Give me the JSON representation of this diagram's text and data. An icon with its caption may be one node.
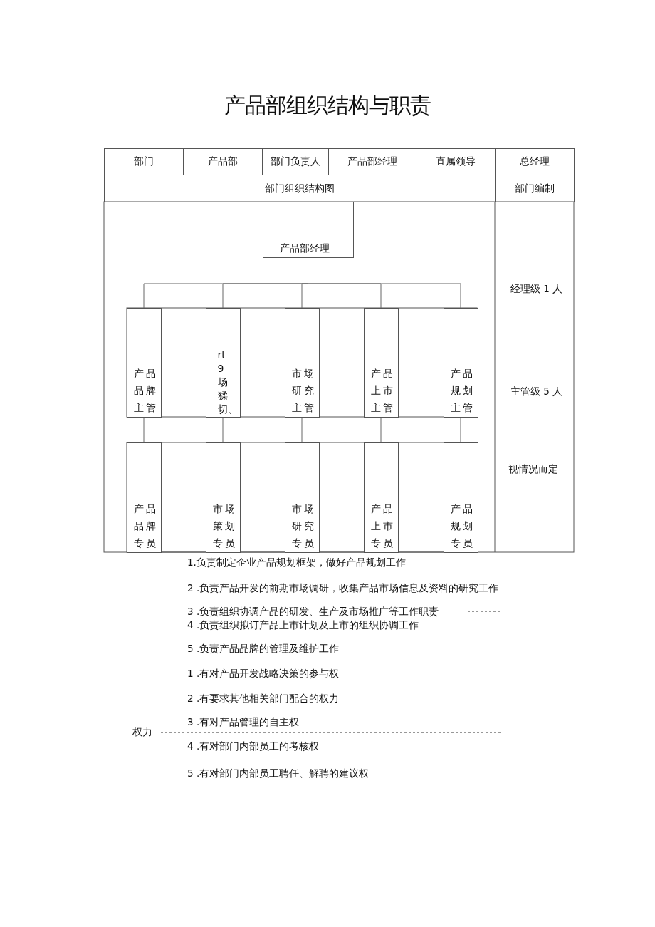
{
  "diagram": {
    "title": "产品部组织结构与职责",
    "nodes": [
      {
        "text": [
          "产品部经理"
        ]
      },
      {
        "text": [
          "产品品牌主管"
        ]
      },
      {
        "text": [
          "rt9场猱切、"
        ]
      },
      {
        "text": [
          "市场研究主管"
        ]
      },
      {
        "text": [
          "产品上市主管"
        ]
      },
      {
        "text": [
          "产品规划主管"
        ]
      },
      {
        "text": [
          "产品品牌专员"
        ]
      },
      {
        "text": [
          "市场策划专员"
        ]
      },
      {
        "text": [
          "市场研究专员"
        ]
      },
      {
        "text": [
          "产品上市专员"
        ]
      },
      {
        "text": [
          "产品规划专员"
        ]
      }
    ],
    "edges": [
      {
        "from": 0,
        "to": 1,
        "arrow": "none"
      },
      {
        "from": 0,
        "to": 2,
        "arrow": "none"
      },
      {
        "from": 0,
        "to": 3,
        "arrow": "none"
      },
      {
        "from": 0,
        "to": 4,
        "arrow": "none"
      },
      {
        "from": 0,
        "to": 5,
        "arrow": "none"
      },
      {
        "from": 1,
        "to": 6,
        "arrow": "none"
      },
      {
        "from": 2,
        "to": 7,
        "arrow": "none"
      },
      {
        "from": 3,
        "to": 8,
        "arrow": "none"
      },
      {
        "from": 4,
        "to": 9,
        "arrow": "none"
      },
      {
        "from": 5,
        "to": 10,
        "arrow": "none"
      }
    ],
    "labels": [
      "部门",
      "产品部",
      "部门负责人",
      "产品部经理",
      "直属领导",
      "总经理",
      "部门组织结构图",
      "部门编制",
      "经理级 1 人",
      "主管级 5 人",
      "视情况而定",
      "1.负责制定企业产品规划框架，做好产品规划工作",
      "2 .负责产品开发的前期市场调研，收集产品市场信息及资料的研究工作",
      "3 .负责组织协调产品的研发、生产及市场推广等工作职责",
      "4 .负责组织拟订产品上市计划及上市的组织协调工作",
      "5 .负责产品品牌的管理及维护工作",
      "1 .有对产品开发战略决策的参与权",
      "2 .有要求其他相关部门配合的权力",
      "3 .有对产品管理的自主权",
      "权力",
      "4 .有对部门内部员工的考核权",
      "5 .有对部门内部员工聘任、解聘的建议权"
    ]
  }
}
